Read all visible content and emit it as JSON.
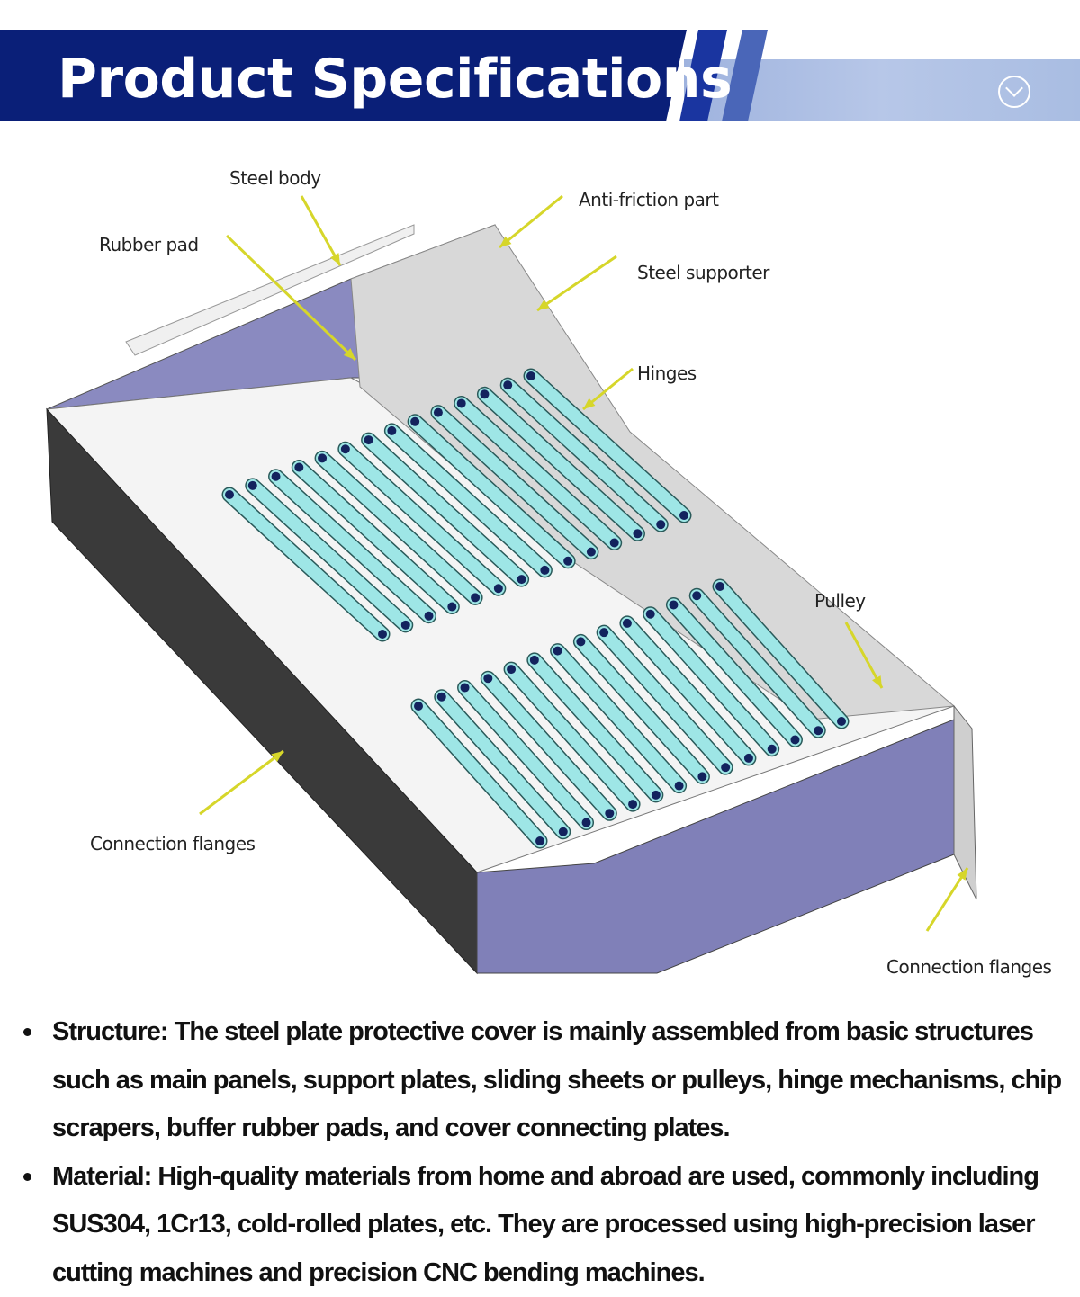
{
  "header": {
    "title": "Product Specifications",
    "expand_icon": "chevron-down-circle-icon"
  },
  "diagram": {
    "labels": {
      "steel_body": "Steel body",
      "rubber_pad": "Rubber pad",
      "anti_friction": "Anti-friction part",
      "steel_supporter": "Steel supporter",
      "hinges": "Hinges",
      "pulley": "Pulley",
      "connection_flanges_left": "Connection flanges",
      "connection_flanges_right": "Connection flanges"
    },
    "colors": {
      "arrow": "#d6d62a",
      "hinge": "#9ee6e6",
      "panel": "#8080b8",
      "side": "#3a3a3a"
    }
  },
  "bullets": [
    "Structure: The steel plate protective cover is mainly assembled from basic structures such as main panels, support plates, sliding sheets or pulleys, hinge mechanisms, chip scrapers, buffer rubber pads, and cover connecting plates.",
    "Material: High-quality materials from home and abroad are used, commonly including SUS304, 1Cr13, cold-rolled plates, etc. They are processed using high-precision laser cutting machines and precision CNC bending machines."
  ]
}
